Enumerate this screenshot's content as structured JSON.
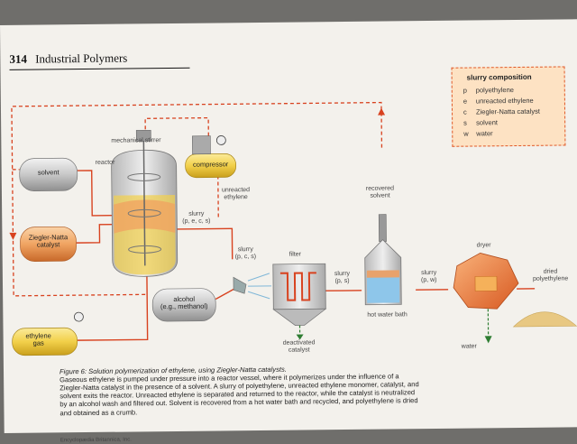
{
  "header": {
    "page_number": "314",
    "title": "Industrial Polymers"
  },
  "legend": {
    "title": "slurry composition",
    "items": [
      {
        "key": "p",
        "label": "polyethylene"
      },
      {
        "key": "e",
        "label": "unreacted ethylene"
      },
      {
        "key": "c",
        "label": "Ziegler-Natta catalyst"
      },
      {
        "key": "s",
        "label": "solvent"
      },
      {
        "key": "w",
        "label": "water"
      }
    ]
  },
  "labels": {
    "mechanical_stirrer": "mechanical stirrer",
    "reactor": "reactor",
    "solvent": "solvent",
    "ziegler_natta": [
      "Ziegler-Natta",
      "catalyst"
    ],
    "compressor": "compressor",
    "unreacted_ethylene": [
      "unreacted",
      "ethylene"
    ],
    "slurry_pecs": [
      "slurry",
      "(p, e, c, s)"
    ],
    "slurry_pcs_spray": [
      "slurry",
      "(p, c, s)"
    ],
    "alcohol": [
      "alcohol",
      "(e.g., methanol)"
    ],
    "ethylene_gas": [
      "ethylene",
      "gas"
    ],
    "filter": "filter",
    "slurry_ps": [
      "slurry",
      "(p, s)"
    ],
    "deactivated_catalyst": [
      "deactivated",
      "catalyst"
    ],
    "recovered_solvent": [
      "recovered",
      "solvent"
    ],
    "hot_water_bath": "hot water bath",
    "slurry_pw": [
      "slurry",
      "(p, w)"
    ],
    "dryer": "dryer",
    "dried_polyethylene": [
      "dried",
      "polyethylene"
    ],
    "water": "water"
  },
  "caption": {
    "title": "Figure 6: Solution polymerization of ethylene, using Ziegler-Natta catalysts.",
    "body": "Gaseous ethylene is pumped under pressure into a reactor vessel, where it polymerizes under the influence of a Ziegler-Natta catalyst in the presence of a solvent. A slurry of polyethylene, unreacted ethylene monomer, catalyst, and solvent exits the reactor. Unreacted ethylene is separated and returned to the reactor, while the catalyst is neutralized by an alcohol wash and filtered out. Solvent is recovered from a hot water bath and recycled, and polyethylene is dried and obtained as a crumb.",
    "credit": "Encyclopædia Britannica, Inc."
  },
  "colors": {
    "flow": "#d8421f",
    "tank": "#c9c9c9",
    "tank_orange": "#f1a468",
    "tank_yellow": "#f3d24a"
  }
}
